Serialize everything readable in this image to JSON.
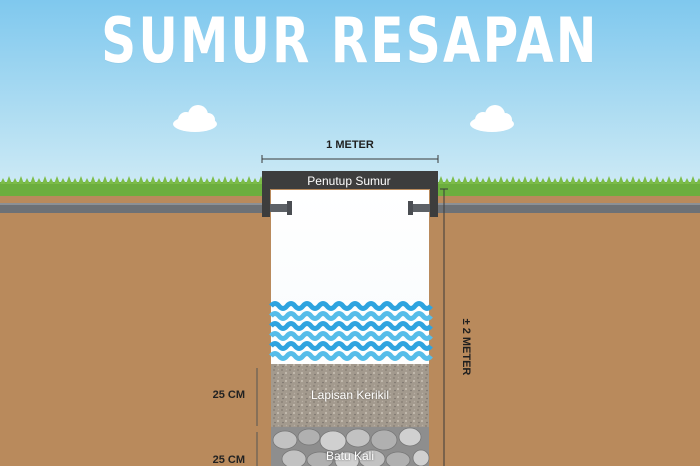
{
  "title": "SUMUR RESAPAN",
  "labels": {
    "width": "1 METER",
    "cover": "Penutup Sumur",
    "height": "± 2 METER",
    "gravel_thickness": "25 CM",
    "gravel_layer": "Lapisan Kerikil",
    "stone_thickness": "25 CM",
    "stone_layer": "Batu Kali"
  },
  "colors": {
    "sky_top": "#7fc8ee",
    "sky_bottom": "#cdeaf5",
    "grass": "#6cae3e",
    "soil": "#b98a5c",
    "pipe": "#6d7176",
    "cover": "#3d3d3d",
    "water": "#3aaee4",
    "gravel": "#a39a8e",
    "stone": "#a9a9a9"
  },
  "icons": [
    "cloud-icon",
    "cloud-icon",
    "pipe-icon",
    "pipe-icon"
  ]
}
